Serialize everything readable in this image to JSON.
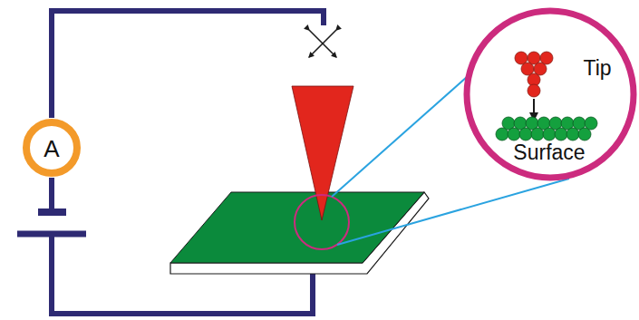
{
  "diagram": {
    "nodes": [
      {
        "text": [
          "A"
        ]
      },
      {
        "text": [
          "Tip",
          "Surface"
        ]
      }
    ]
  }
}
